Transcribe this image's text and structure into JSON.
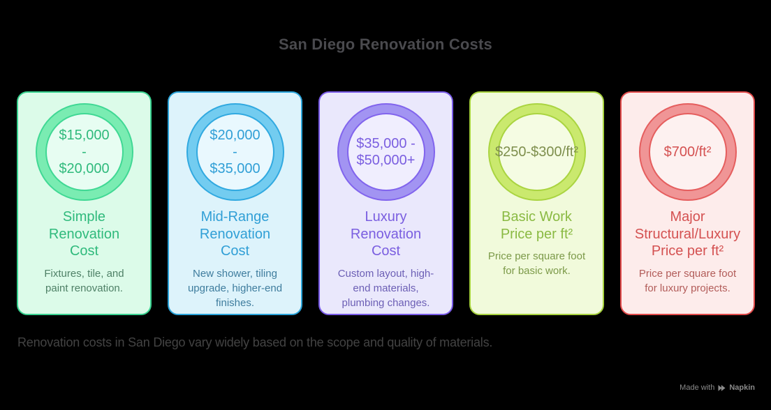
{
  "page": {
    "background": "#000000",
    "title": "San Diego Renovation Costs",
    "title_color": "#4a4a4e",
    "footer_note": "Renovation costs in San Diego vary widely based on the scope and quality of materials.",
    "footer_color": "#434343",
    "watermark": {
      "prefix": "Made with",
      "brand": "Napkin",
      "icon": "napkin-play-icon",
      "color": "#8a8a8a"
    }
  },
  "cards": [
    {
      "id": "simple-renovation",
      "price_lines": [
        "$15,000",
        "-",
        "$20,000"
      ],
      "title_lines": [
        "Simple",
        "Renovation",
        "Cost"
      ],
      "description_lines": [
        "Fixtures, tile, and",
        "paint renovation."
      ],
      "colors": {
        "card_bg": "#dcfbe9",
        "card_border": "#38d18f",
        "ring_fill": "#7aecb2",
        "ring_border": "#40d894",
        "ring_inner": "#e7fdf2",
        "price": "#2fba7c",
        "title": "#2fba7c",
        "description": "#4e8066"
      }
    },
    {
      "id": "mid-range-renovation",
      "price_lines": [
        "$20,000",
        "-",
        "$35,000"
      ],
      "title_lines": [
        "Mid-Range",
        "Renovation",
        "Cost"
      ],
      "description_lines": [
        "New shower, tiling",
        "upgrade, higher-end",
        "finishes."
      ],
      "colors": {
        "card_bg": "#ddf3fb",
        "card_border": "#2aa4da",
        "ring_fill": "#73ccf0",
        "ring_border": "#31a9e0",
        "ring_inner": "#e9f8fe",
        "price": "#309fd6",
        "title": "#309fd6",
        "description": "#3f7d9e"
      }
    },
    {
      "id": "luxury-renovation",
      "price_lines": [
        "$35,000 -",
        "$50,000+"
      ],
      "title_lines": [
        "Luxury",
        "Renovation",
        "Cost"
      ],
      "description_lines": [
        "Custom layout, high-",
        "end materials,",
        "plumbing changes."
      ],
      "colors": {
        "card_bg": "#eae8fc",
        "card_border": "#7a5ce8",
        "ring_fill": "#a294f2",
        "ring_border": "#8164ed",
        "ring_inner": "#f0eefe",
        "price": "#7a5ee0",
        "title": "#7a5ee0",
        "description": "#6c5fb5"
      }
    },
    {
      "id": "basic-work-price",
      "price_lines": [
        "$250-$300/ft²"
      ],
      "title_lines": [
        "Basic Work",
        "Price per ft²"
      ],
      "description_lines": [
        "Price per square foot",
        "for basic work."
      ],
      "colors": {
        "card_bg": "#f1fadb",
        "card_border": "#a7d23e",
        "ring_fill": "#cae96e",
        "ring_border": "#aad441",
        "ring_inner": "#f5fce3",
        "price": "#7e8f4d",
        "title": "#8aba43",
        "description": "#7c9a49"
      }
    },
    {
      "id": "major-structural-price",
      "price_lines": [
        "$700/ft²"
      ],
      "title_lines": [
        "Major",
        "Structural/Luxury",
        "Price per ft²"
      ],
      "description_lines": [
        "Price per square foot",
        "for luxury projects."
      ],
      "colors": {
        "card_bg": "#fdeceb",
        "card_border": "#e24b4b",
        "ring_fill": "#f09596",
        "ring_border": "#e55e5e",
        "ring_inner": "#fdf1f0",
        "price": "#d45151",
        "title": "#d45151",
        "description": "#b25c59"
      }
    }
  ]
}
